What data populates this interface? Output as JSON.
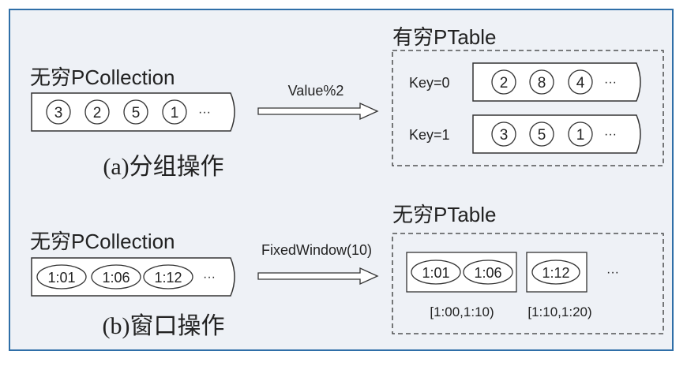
{
  "colors": {
    "background": "#eef1f6",
    "frame": "#2f6fa8",
    "stroke": "#333333",
    "text": "#222222"
  },
  "top": {
    "source_label": "无穷PCollection",
    "source_items": [
      "3",
      "2",
      "5",
      "1"
    ],
    "ellipsis": "···",
    "transform_label": "Value%2",
    "caption": "(a)分组操作",
    "result_label": "有穷PTable",
    "groups": [
      {
        "key": "Key=0",
        "items": [
          "2",
          "8",
          "4"
        ]
      },
      {
        "key": "Key=1",
        "items": [
          "3",
          "5",
          "1"
        ]
      }
    ]
  },
  "bottom": {
    "source_label": "无穷PCollection",
    "source_items": [
      "1:01",
      "1:06",
      "1:12"
    ],
    "ellipsis": "···",
    "transform_label": "FixedWindow(10)",
    "caption": "(b)窗口操作",
    "result_label": "无穷PTable",
    "windows": [
      {
        "items": [
          "1:01",
          "1:06"
        ],
        "range": "[1:00,1:10)"
      },
      {
        "items": [
          "1:12"
        ],
        "range": "[1:10,1:20)"
      }
    ],
    "trailing_ellipsis": "···"
  }
}
